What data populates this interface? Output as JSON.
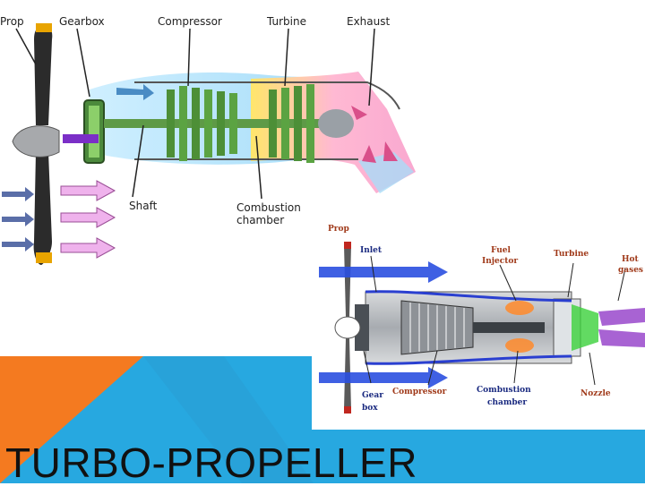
{
  "slide": {
    "title": "TURBO-PROPELLER",
    "colors": {
      "accent_blue": "#27a8e0",
      "accent_orange": "#f47a20"
    }
  },
  "diagram_top": {
    "labels": {
      "prop": "Prop",
      "gearbox": "Gearbox",
      "compressor": "Compressor",
      "turbine": "Turbine",
      "exhaust": "Exhaust",
      "shaft": "Shaft",
      "combustion_line1": "Combustion",
      "combustion_line2": "chamber"
    }
  },
  "diagram_bottom": {
    "labels": {
      "prop": "Prop",
      "inlet": "Inlet",
      "fuel_line1": "Fuel",
      "fuel_line2": "Injector",
      "turbine": "Turbine",
      "hot_line1": "Hot",
      "hot_line2": "gases",
      "gear_line1": "Gear",
      "gear_line2": "box",
      "compressor": "Compressor",
      "combustion_line1": "Combustion",
      "combustion_line2": "chamber",
      "nozzle": "Nozzle"
    }
  }
}
